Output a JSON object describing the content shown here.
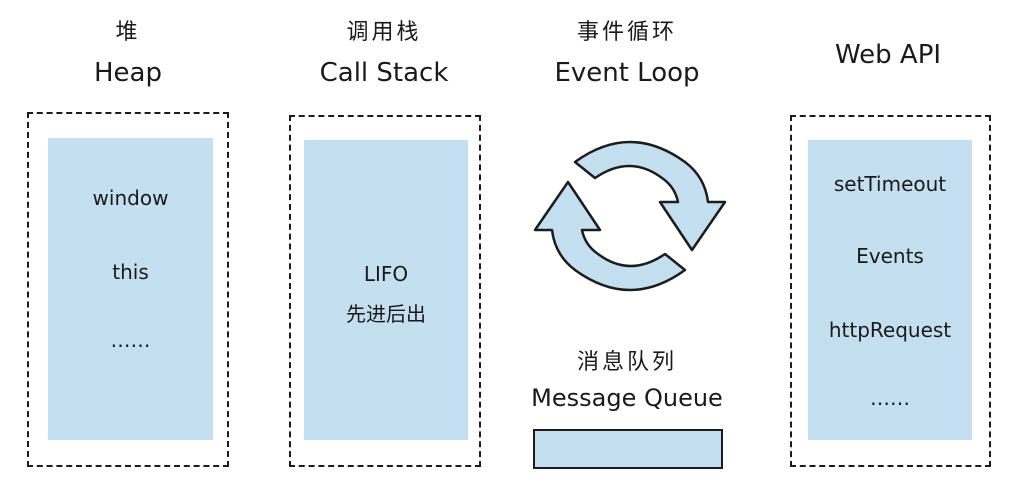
{
  "heap": {
    "title_cn": "堆",
    "title_en": "Heap",
    "items": [
      "window",
      "this",
      "……"
    ]
  },
  "call_stack": {
    "title_cn": "调用栈",
    "title_en": "Call Stack",
    "items": [
      "LIFO",
      "先进后出"
    ]
  },
  "event_loop": {
    "title_cn": "事件循环",
    "title_en": "Event Loop",
    "icon": "cycle-arrows-icon"
  },
  "message_queue": {
    "title_cn": "消息队列",
    "title_en": "Message Queue"
  },
  "web_api": {
    "title_en": "Web API",
    "items": [
      "setTimeout",
      "Events",
      "httpRequest",
      "……"
    ]
  },
  "colors": {
    "panel_fill": "#c4dff0",
    "outline": "#1c1c1c"
  }
}
